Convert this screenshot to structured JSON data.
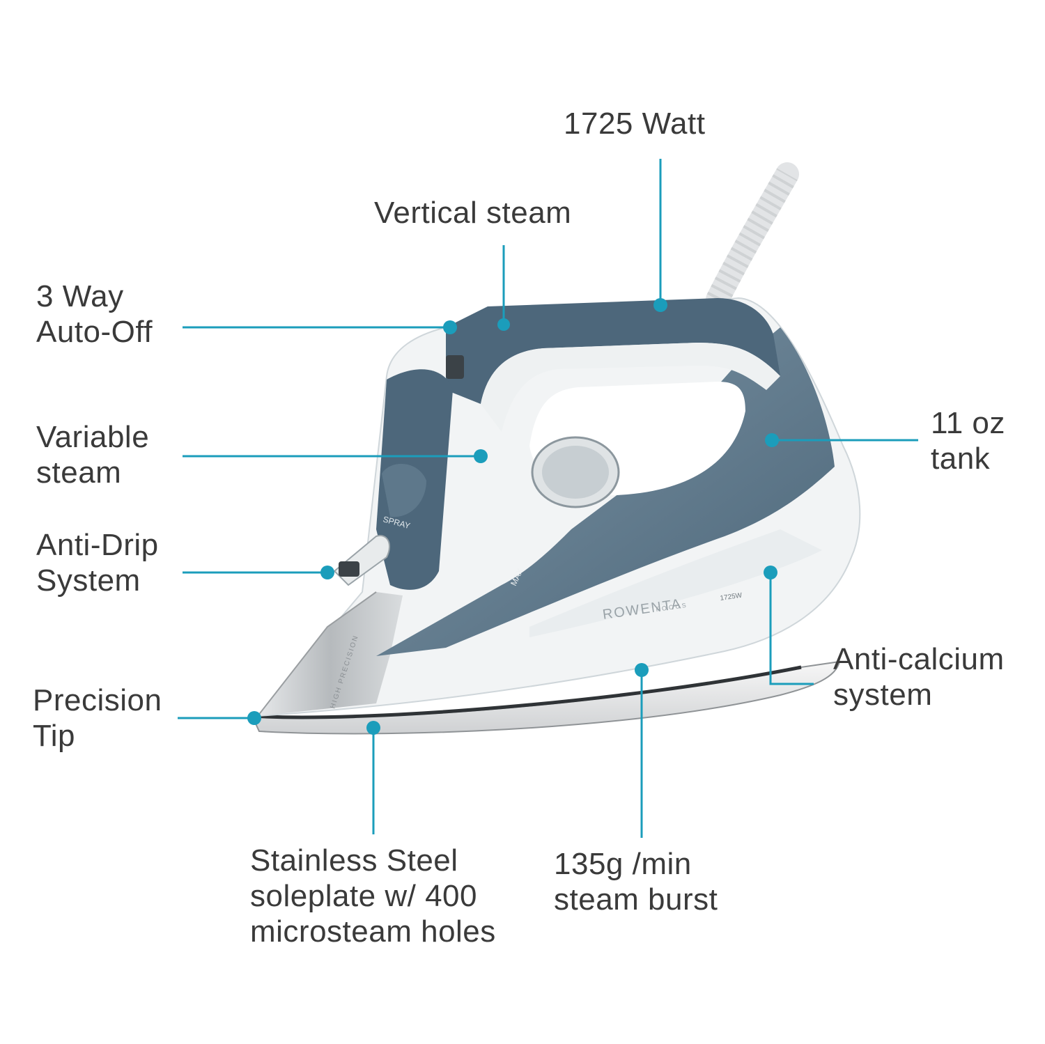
{
  "colors": {
    "callout": "#1b9dbb",
    "text": "#3a3a3a",
    "body_dark": "#4a6478",
    "body_mid": "#5f7a8d",
    "body_white": "#f4f6f7",
    "steel": "#b9bcbf"
  },
  "brand": {
    "name": "ROWENTA",
    "model": "FOCUS",
    "wattage_mark": "1725W"
  },
  "iron_markings": {
    "spray": "SPRAY",
    "max": "MAX",
    "high_precision": "HIGH PRECISION"
  },
  "callouts": {
    "watt": {
      "lines": [
        "1725 Watt"
      ]
    },
    "vertical_steam": {
      "lines": [
        "Vertical steam"
      ]
    },
    "auto_off": {
      "lines": [
        "3 Way",
        "Auto-Off"
      ]
    },
    "variable_steam": {
      "lines": [
        "Variable",
        "steam"
      ]
    },
    "anti_drip": {
      "lines": [
        "Anti-Drip",
        "System"
      ]
    },
    "precision_tip": {
      "lines": [
        "Precision",
        "Tip"
      ]
    },
    "tank": {
      "lines": [
        "11 oz",
        "tank"
      ]
    },
    "anti_calcium": {
      "lines": [
        "Anti-calcium",
        "system"
      ]
    },
    "soleplate": {
      "lines": [
        "Stainless Steel",
        "soleplate w/ 400",
        "microsteam holes"
      ]
    },
    "steam_burst": {
      "lines": [
        "135g /min",
        "steam burst"
      ]
    }
  }
}
